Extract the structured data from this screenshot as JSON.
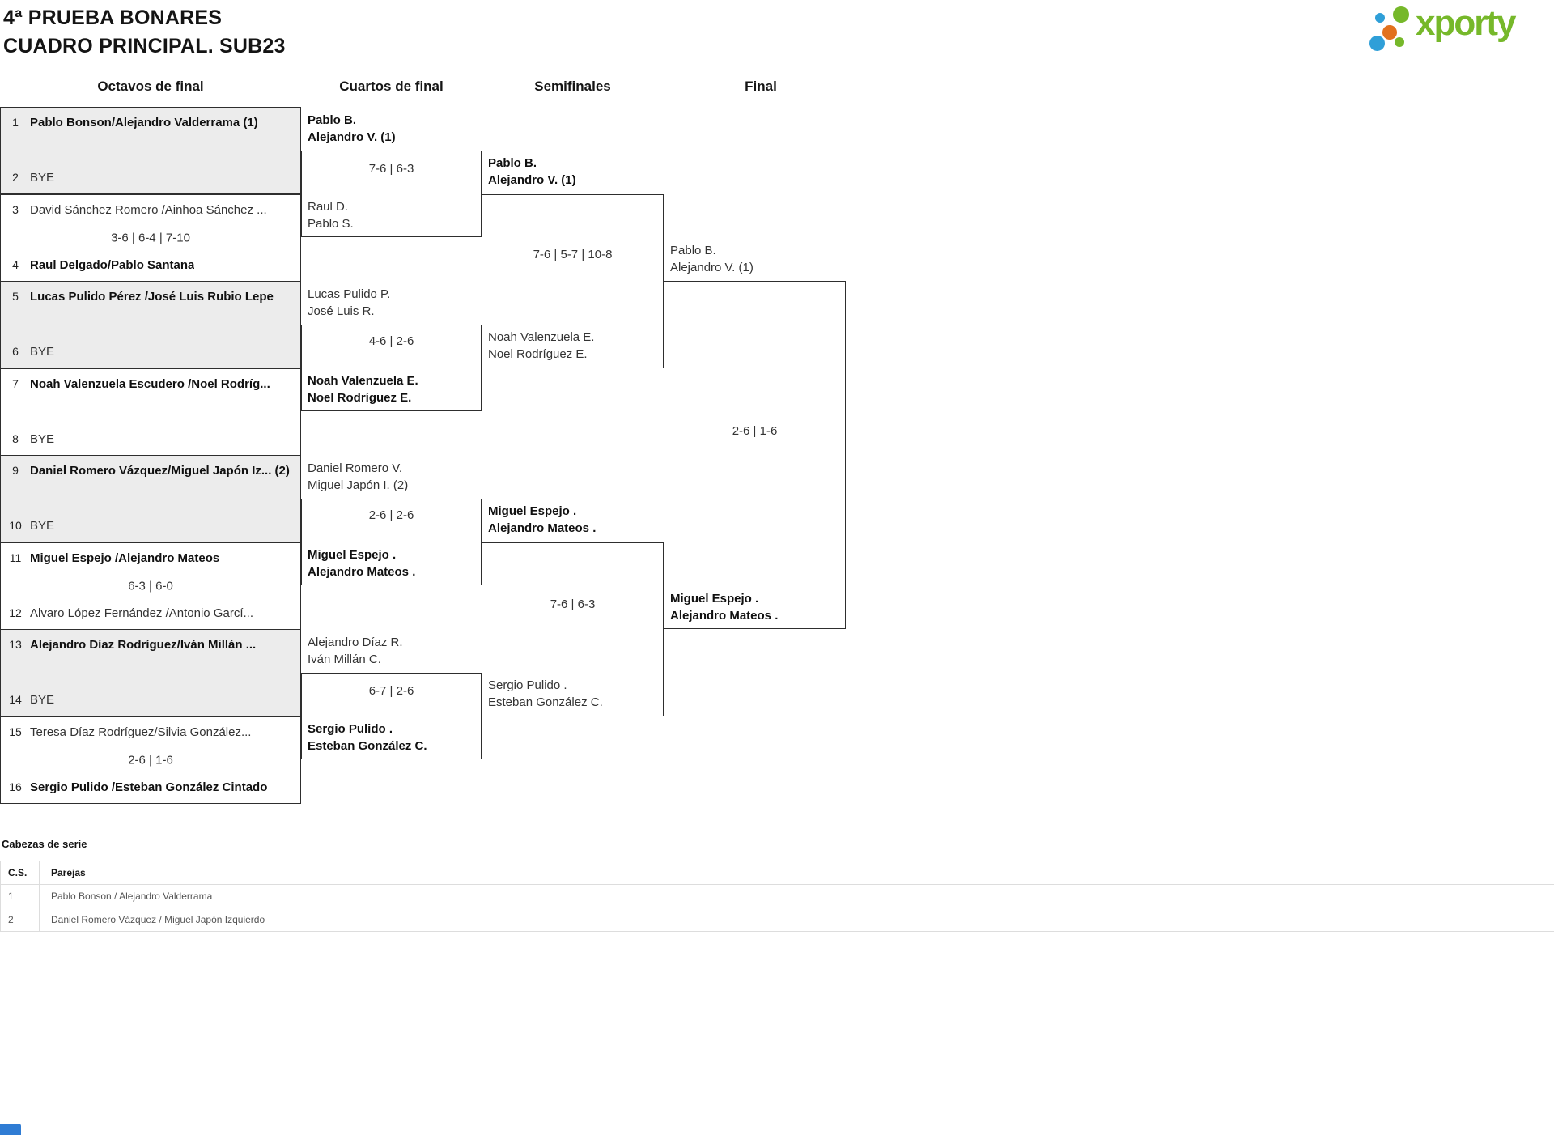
{
  "title": {
    "line1": "4ª PRUEBA BONARES",
    "line2": "CUADRO PRINCIPAL. SUB23"
  },
  "logo": {
    "text": "xporty",
    "green": "#76b82a",
    "blue": "#2f9fd8",
    "orange": "#e2711d"
  },
  "rounds": [
    "Octavos de final",
    "Cuartos de final",
    "Semifinales",
    "Final"
  ],
  "bracket": {
    "round1": [
      {
        "seed_top": "1",
        "team_top": "Pablo Bonson/Alejandro Valderrama (1)",
        "top_bold": true,
        "score": "",
        "seed_bottom": "2",
        "team_bottom": "BYE",
        "bottom_bold": false
      },
      {
        "seed_top": "3",
        "team_top": "David Sánchez Romero /Ainhoa Sánchez ...",
        "top_bold": false,
        "score": "3-6 | 6-4 | 7-10",
        "seed_bottom": "4",
        "team_bottom": "Raul Delgado/Pablo Santana",
        "bottom_bold": true
      },
      {
        "seed_top": "5",
        "team_top": "Lucas Pulido Pérez /José Luis Rubio Lepe",
        "top_bold": true,
        "score": "",
        "seed_bottom": "6",
        "team_bottom": "BYE",
        "bottom_bold": false
      },
      {
        "seed_top": "7",
        "team_top": "Noah Valenzuela Escudero /Noel Rodríg...",
        "top_bold": true,
        "score": "",
        "seed_bottom": "8",
        "team_bottom": "BYE",
        "bottom_bold": false
      },
      {
        "seed_top": "9",
        "team_top": "Daniel Romero Vázquez/Miguel Japón Iz... (2)",
        "top_bold": true,
        "score": "",
        "seed_bottom": "10",
        "team_bottom": "BYE",
        "bottom_bold": false
      },
      {
        "seed_top": "11",
        "team_top": "Miguel Espejo /Alejandro Mateos",
        "top_bold": true,
        "score": "6-3 | 6-0",
        "seed_bottom": "12",
        "team_bottom": "Alvaro López Fernández /Antonio Garcí...",
        "bottom_bold": false
      },
      {
        "seed_top": "13",
        "team_top": "Alejandro Díaz Rodríguez/Iván Millán ...",
        "top_bold": true,
        "score": "",
        "seed_bottom": "14",
        "team_bottom": "BYE",
        "bottom_bold": false
      },
      {
        "seed_top": "15",
        "team_top": "Teresa Díaz Rodríguez/Silvia González...",
        "top_bold": false,
        "score": "2-6 | 1-6",
        "seed_bottom": "16",
        "team_bottom": "Sergio Pulido /Esteban González Cintado",
        "bottom_bold": true
      }
    ],
    "quarterfinals": [
      {
        "top": [
          "Pablo B.",
          "Alejandro V. (1)"
        ],
        "top_bold": true,
        "bottom": [
          "Raul D.",
          "Pablo S."
        ],
        "bottom_bold": false,
        "score": "7-6 | 6-3"
      },
      {
        "top": [
          "Lucas Pulido P.",
          "José Luis R."
        ],
        "top_bold": false,
        "bottom": [
          "Noah Valenzuela E.",
          "Noel Rodríguez E."
        ],
        "bottom_bold": true,
        "score": "4-6 | 2-6"
      },
      {
        "top": [
          "Daniel Romero V.",
          "Miguel Japón I. (2)"
        ],
        "top_bold": false,
        "bottom": [
          "Miguel Espejo .",
          "Alejandro Mateos ."
        ],
        "bottom_bold": true,
        "score": "2-6 | 2-6"
      },
      {
        "top": [
          "Alejandro Díaz R.",
          "Iván Millán C."
        ],
        "top_bold": false,
        "bottom": [
          "Sergio Pulido .",
          "Esteban González C."
        ],
        "bottom_bold": true,
        "score": "6-7 | 2-6"
      }
    ],
    "semifinals": [
      {
        "top": [
          "Pablo B.",
          "Alejandro V. (1)"
        ],
        "top_bold": true,
        "bottom": [
          "Noah Valenzuela E.",
          "Noel Rodríguez E."
        ],
        "bottom_bold": false,
        "score": "7-6 | 5-7 | 10-8"
      },
      {
        "top": [
          "Miguel Espejo .",
          "Alejandro Mateos ."
        ],
        "top_bold": true,
        "bottom": [
          "Sergio Pulido .",
          "Esteban González C."
        ],
        "bottom_bold": false,
        "score": "7-6 | 6-3"
      }
    ],
    "final": {
      "top": [
        "Pablo B.",
        "Alejandro V. (1)"
      ],
      "top_bold": false,
      "bottom": [
        "Miguel Espejo .",
        "Alejandro Mateos ."
      ],
      "bottom_bold": true,
      "score": "2-6 | 1-6"
    }
  },
  "seeds_table": {
    "title": "Cabezas de serie",
    "headers": [
      "C.S.",
      "Parejas"
    ],
    "rows": [
      {
        "cs": "1",
        "pareja": "Pablo Bonson / Alejandro Valderrama"
      },
      {
        "cs": "2",
        "pareja": "Daniel Romero Vázquez / Miguel Japón Izquierdo"
      }
    ]
  }
}
